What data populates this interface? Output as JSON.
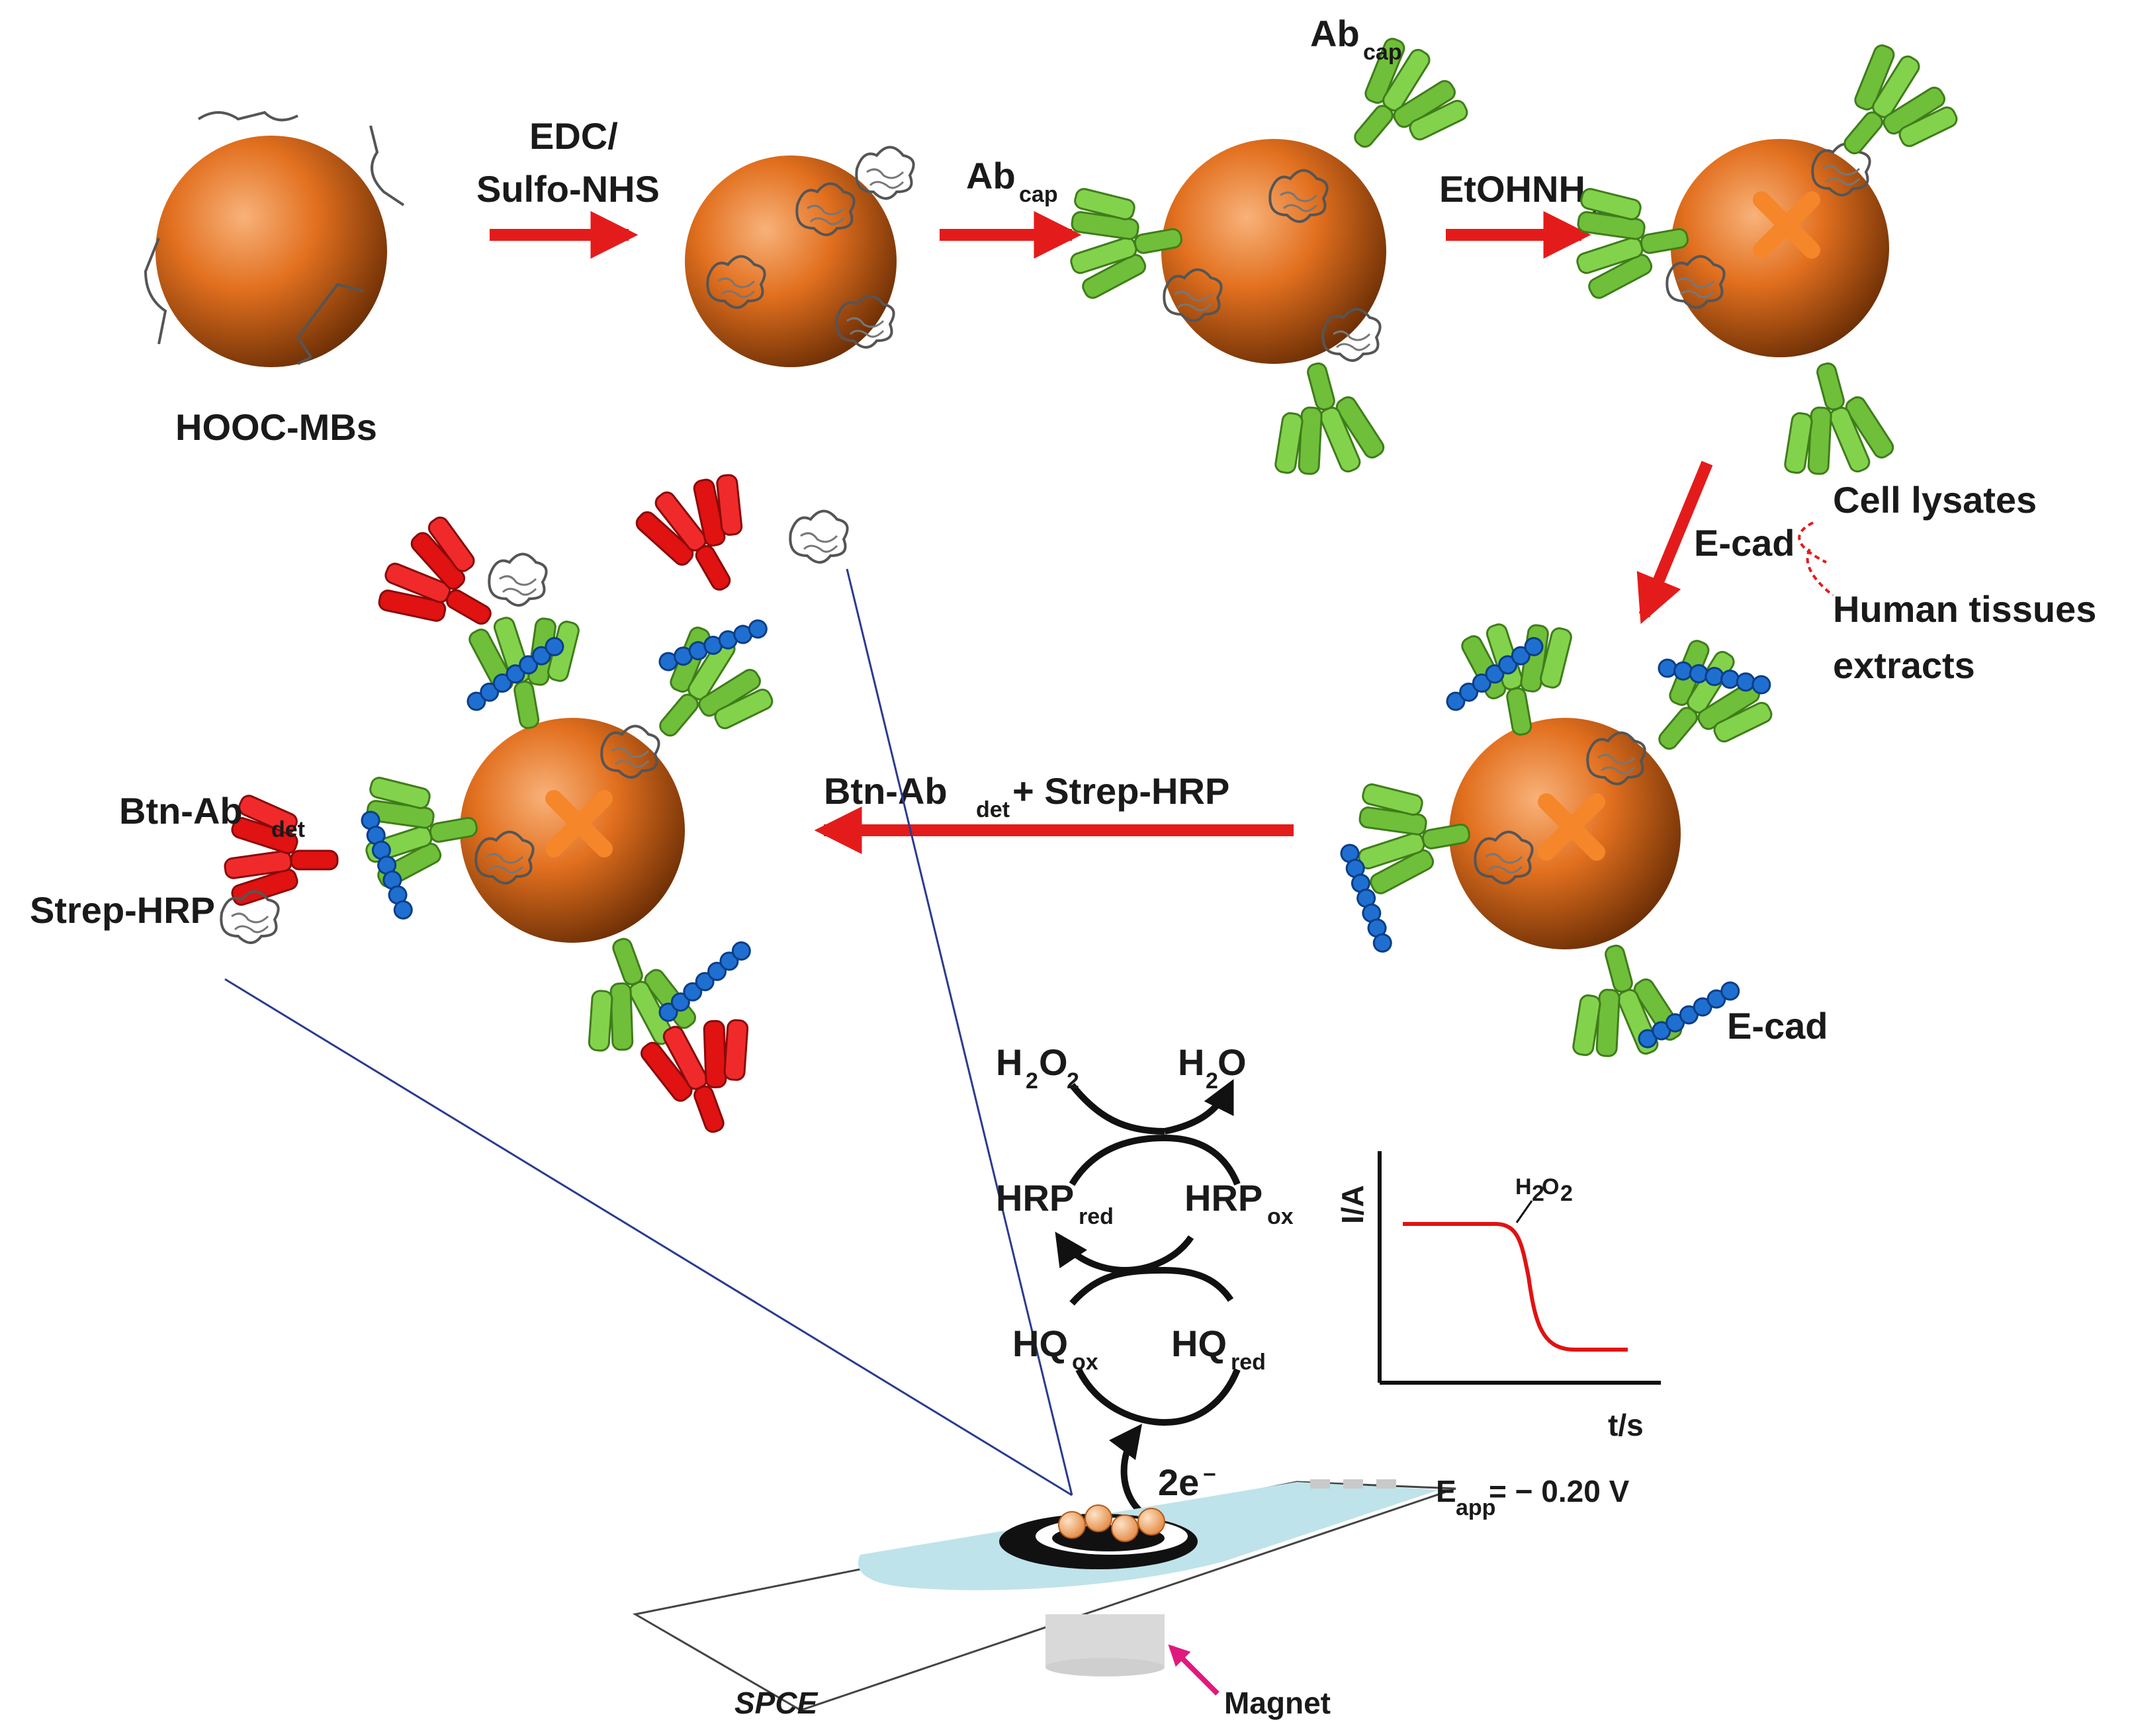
{
  "colors": {
    "bead_light": "#f6a15a",
    "bead_mid": "#e2701f",
    "bead_dark": "#6b2e05",
    "capture_antibody": "#6fbf3a",
    "detection_antibody": "#e01212",
    "ecad": "#1f6fd1",
    "arrow": "#e41b1b",
    "electrode_solution": "#bfe3ea",
    "magnet_arrow": "#e0197d",
    "curve": "#e01212",
    "guide_line": "#2a3b8f"
  },
  "labels": {
    "hooc_mbs": "HOOC-MBs",
    "edc_line1": "EDC/",
    "edc_line2": "Sulfo-NHS",
    "ab": "Ab",
    "cap": "cap",
    "etohnh": "EtOHNH",
    "two": "2",
    "ecad": "E-cad",
    "cell_lysates": "Cell lysates",
    "human_tissues_line1": "Human tissues",
    "human_tissues_line2": "extracts",
    "btn_ab": "Btn-Ab",
    "det": "det",
    "plus_strep_hrp": "+ Strep-HRP",
    "strep_hrp": "Strep-HRP",
    "h2o2_h": "H",
    "h2o2_o": "O",
    "h2o": "H",
    "h2o_o": "O",
    "hrp": "HRP",
    "red": "red",
    "ox": "ox",
    "hq": "HQ",
    "electrons": "2e",
    "minus": "−",
    "e_app_e": "E",
    "app": "app",
    "e_app_value": " = − 0.20 V",
    "y_axis": "I/A",
    "x_axis": "t/s",
    "curve_annotation": "H",
    "spce": "SPCE",
    "magnet": "Magnet"
  }
}
